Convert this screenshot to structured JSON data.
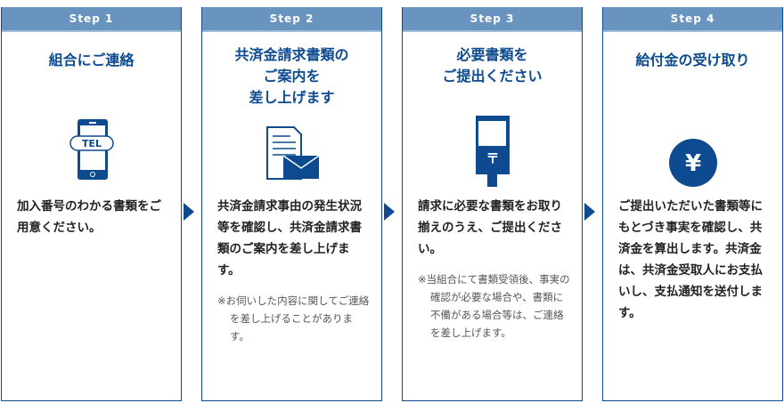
{
  "steps": [
    {
      "label": "Step 1",
      "title": "組合にご連絡",
      "icon": "phone-tel-icon",
      "icon_text": "TEL",
      "body": "加入番号のわかる書類をご用意ください。",
      "note": ""
    },
    {
      "label": "Step 2",
      "title": "共済金請求書類の\nご案内を\n差し上げます",
      "icon": "document-envelope-icon",
      "body": "共済金請求事由の発生状況等を確認し、共済金請求書類のご案内を差し上げます。",
      "note": "※お伺いした内容に関してご連絡を差し上げることがあります。"
    },
    {
      "label": "Step 3",
      "title": "必要書類を\nご提出ください",
      "icon": "postbox-icon",
      "icon_text": "〒",
      "body": "請求に必要な書類をお取り揃えのうえ、ご提出ください。",
      "note": "※当組合にて書類受領後、事実の確認が必要な場合や、書類に不備がある場合等は、ご連絡を差し上げます。"
    },
    {
      "label": "Step 4",
      "title": "給付金の受け取り",
      "icon": "yen-coin-icon",
      "icon_text": "¥",
      "body": "ご提出いただいた書類等にもとづき事実を確認し、共済金を算出します。共済金は、共済金受取人にお支払いし、支払通知を送付します。",
      "note": ""
    }
  ],
  "colors": {
    "accent": "#0d4a8f",
    "header": "#6a94c0"
  }
}
